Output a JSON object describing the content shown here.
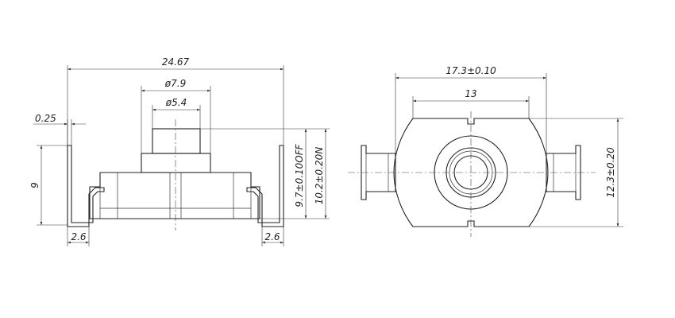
{
  "side_view": {
    "dims": {
      "overall_width": "24.67",
      "actuator_outer_dia": "ø7.9",
      "actuator_inner_dia": "ø5.4",
      "lead_thickness": "0.25",
      "lead_height": "9",
      "left_foot": "2.6",
      "right_foot": "2.6",
      "height_off": "9.7±0.10OFF",
      "height_on": "10.2±0.20N"
    }
  },
  "top_view": {
    "dims": {
      "flange_width": "17.3±0.10",
      "body_width": "13",
      "body_height": "12.3±0.20"
    }
  }
}
